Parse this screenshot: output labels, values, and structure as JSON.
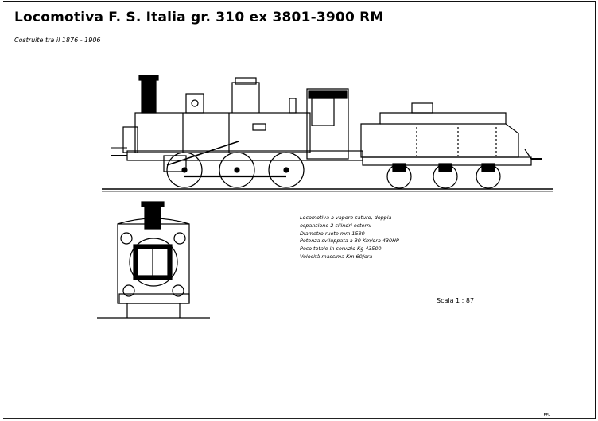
{
  "title": "Locomotiva F. S. Italia gr. 310    ex 3801-3900 RM",
  "subtitle": "Costruite tra il   1876 - 1906",
  "specs": {
    "line1": "Locomotiva a vapore saturo, doppia",
    "line2": "espansione 2 cilindri esterni",
    "line3": "Diametro ruote mm 1580",
    "line4": "Potenza sviluppata a 30 Km/ora 430HP",
    "line5": "Peso totale in servizio Kg 43500",
    "line6": "Velocità massima Km 60/ora"
  },
  "scale": "Scala 1 : 87",
  "corner_mark": "FFL"
}
